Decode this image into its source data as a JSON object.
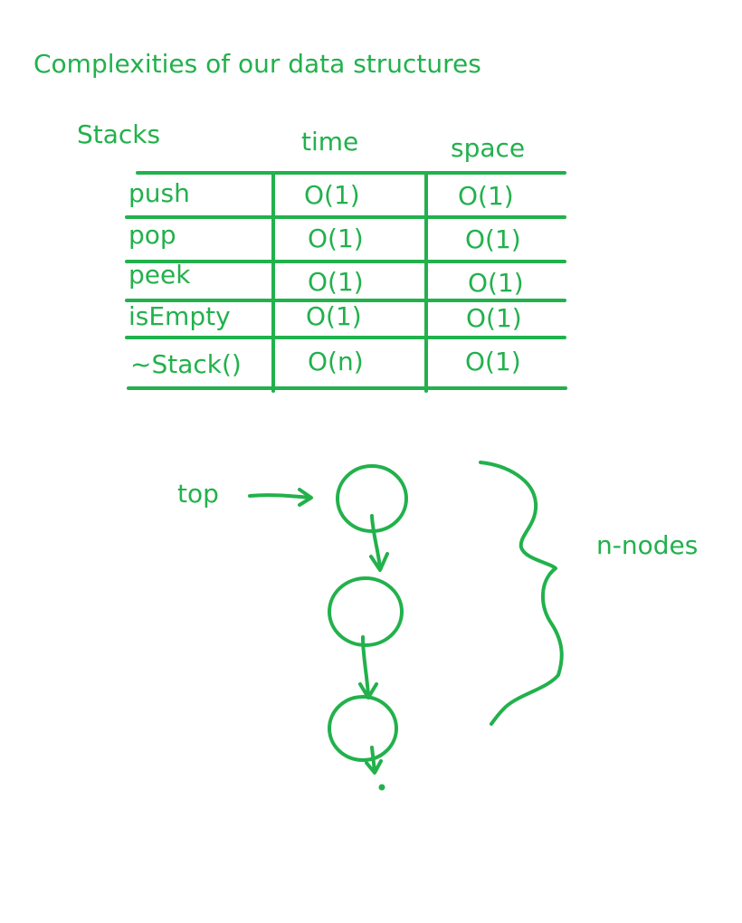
{
  "heading": "Complexities of our data structures",
  "section_label": "Stacks",
  "table": {
    "columns": [
      "time",
      "space"
    ],
    "rows": [
      {
        "op": "push",
        "time": "O(1)",
        "space": "O(1)"
      },
      {
        "op": "pop",
        "time": "O(1)",
        "space": "O(1)"
      },
      {
        "op": "peek",
        "time": "O(1)",
        "space": "O(1)"
      },
      {
        "op": "isEmpty",
        "time": "O(1)",
        "space": "O(1)"
      },
      {
        "op": "~Stack()",
        "time": "O(n)",
        "space": "O(1)"
      }
    ]
  },
  "diagram": {
    "pointer_label": "top",
    "brace_label": "n-nodes"
  },
  "colors": {
    "ink": "#22b14c"
  }
}
